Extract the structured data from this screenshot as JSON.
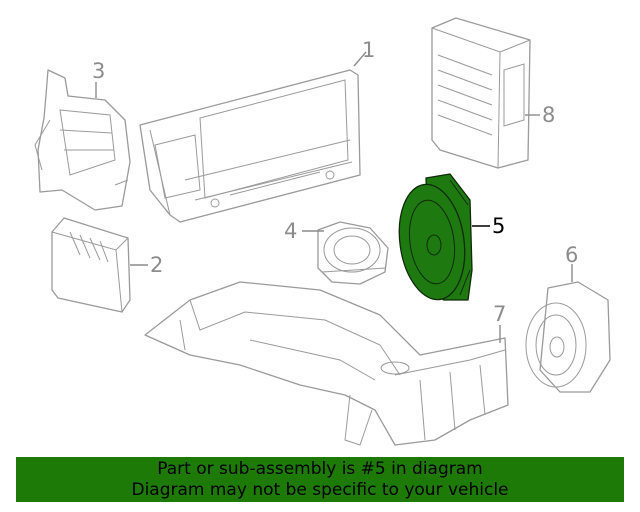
{
  "callouts": {
    "n1": "1",
    "n2": "2",
    "n3": "3",
    "n4": "4",
    "n5": "5",
    "n6": "6",
    "n7": "7",
    "n8": "8"
  },
  "banner": {
    "line1": "Part or sub-assembly is #5 in diagram",
    "line2": "Diagram may not be specific to your vehicle"
  },
  "colors": {
    "highlight": "#1e7a10",
    "banner": "#1d7a06",
    "line_art": "#9a9a9a"
  }
}
